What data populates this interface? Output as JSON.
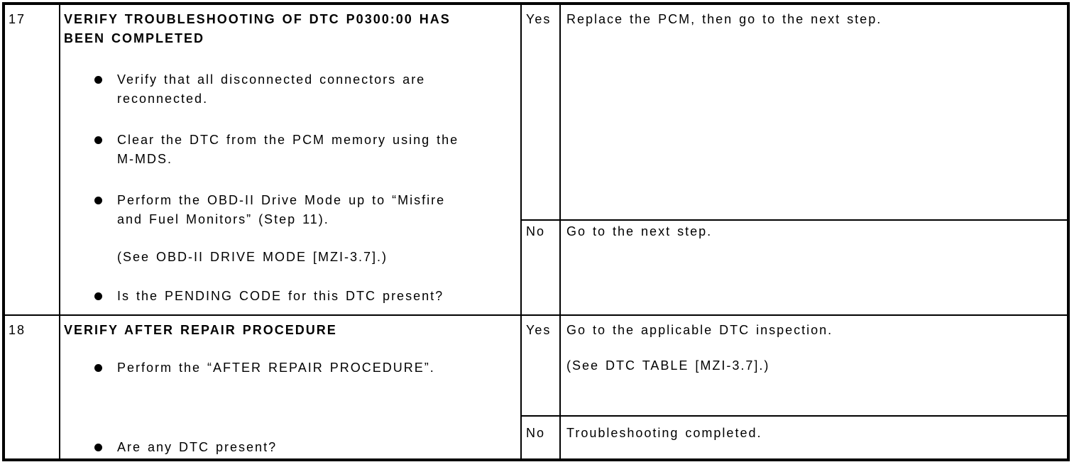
{
  "table": {
    "rows": [
      {
        "step": "17",
        "inspection": {
          "title_lines": [
            "VERIFY TROUBLESHOOTING OF DTC P0300:00 HAS",
            "BEEN COMPLETED"
          ],
          "items": [
            {
              "type": "bullet",
              "lines": [
                "Verify that all disconnected connectors are",
                "reconnected."
              ]
            },
            {
              "type": "bullet",
              "lines": [
                "Clear the DTC from the PCM memory using the",
                "M-MDS."
              ]
            },
            {
              "type": "bullet",
              "lines": [
                "Perform the OBD-II Drive Mode up to “Misfire",
                "and Fuel Monitors” (Step 11)."
              ]
            },
            {
              "type": "note",
              "lines": [
                "(See OBD-II DRIVE MODE [MZI-3.7].)"
              ]
            },
            {
              "type": "bullet",
              "lines": [
                "Is the PENDING CODE for this DTC present?"
              ]
            }
          ]
        },
        "outcomes": {
          "yes": {
            "label": "Yes",
            "action_lines": [
              "Replace the PCM, then go to the next step."
            ]
          },
          "no": {
            "label": "No",
            "action_lines": [
              "Go to the next step."
            ]
          }
        }
      },
      {
        "step": "18",
        "inspection": {
          "title_lines": [
            "VERIFY AFTER REPAIR PROCEDURE"
          ],
          "items": [
            {
              "type": "bullet",
              "lines": [
                "Perform the “AFTER REPAIR PROCEDURE”."
              ]
            },
            {
              "type": "bullet",
              "lines": [
                "Are any DTC present?"
              ]
            }
          ]
        },
        "outcomes": {
          "yes": {
            "label": "Yes",
            "action_lines": [
              "Go to the applicable DTC inspection.",
              "",
              "(See DTC TABLE [MZI-3.7].)"
            ]
          },
          "no": {
            "label": "No",
            "action_lines": [
              "Troubleshooting completed."
            ]
          }
        }
      }
    ],
    "colors": {
      "text": "#000000",
      "background": "#ffffff",
      "border": "#000000"
    }
  }
}
